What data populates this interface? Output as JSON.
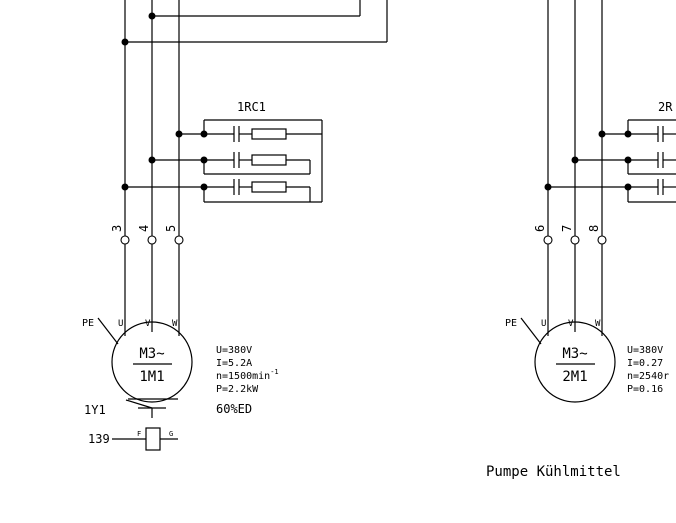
{
  "left_circuit": {
    "capacitor_block_label": "1RC1",
    "wire_numbers": [
      "3",
      "4",
      "5"
    ],
    "pe_label": "PE",
    "phase_labels": [
      "U",
      "V",
      "W"
    ],
    "motor_type": "M3~",
    "motor_id": "1M1",
    "specs": [
      "U=380V",
      "I=5.2A",
      "n=1500min",
      "P=2.2kW"
    ],
    "speed_exponent": "-1",
    "duty_cycle": "60%ED",
    "brake_id": "1Y1",
    "coil_wire_number": "139",
    "coil_terminal_left": "F",
    "coil_terminal_right": "G"
  },
  "right_circuit": {
    "capacitor_block_label": "2R",
    "wire_numbers": [
      "6",
      "7",
      "8"
    ],
    "pe_label": "PE",
    "phase_labels": [
      "U",
      "V",
      "W"
    ],
    "motor_type": "M3~",
    "motor_id": "2M1",
    "specs": [
      "U=380V",
      "I=0.27",
      "n=2540r",
      "P=0.16"
    ],
    "caption": "Pumpe Kühlmittel"
  }
}
